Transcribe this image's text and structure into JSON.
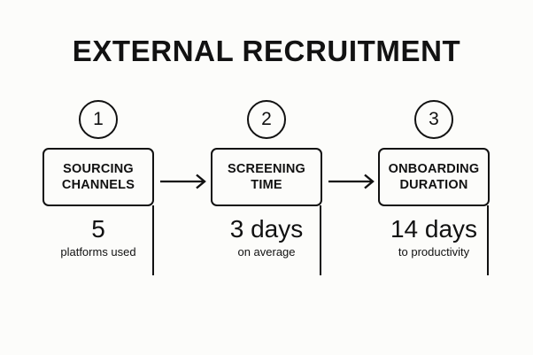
{
  "title": "EXTERNAL RECRUITMENT",
  "theme": {
    "background": "#fcfcfa",
    "ink": "#111111"
  },
  "chart_data": {
    "type": "diagram",
    "title": "EXTERNAL RECRUITMENT",
    "layout": "horizontal-3-step-flow",
    "categories": [
      "SOURCING CHANNELS",
      "SCREENING TIME",
      "ONBOARDING DURATION"
    ],
    "values": [
      5,
      3,
      14
    ],
    "value_labels": [
      "5",
      "3 days",
      "14 days"
    ],
    "captions": [
      "platforms used",
      "on average",
      "to productivity"
    ]
  },
  "steps": [
    {
      "number": "1",
      "label": "SOURCING CHANNELS",
      "value": "5",
      "caption": "platforms used"
    },
    {
      "number": "2",
      "label": "SCREENING TIME",
      "value": "3 days",
      "caption": "on average"
    },
    {
      "number": "3",
      "label": "ONBOARDING DURATION",
      "value": "14 days",
      "caption": "to productivity"
    }
  ],
  "connectors": [
    {
      "name": "arrow-step-1-to-2"
    },
    {
      "name": "arrow-step-2-to-3"
    }
  ]
}
